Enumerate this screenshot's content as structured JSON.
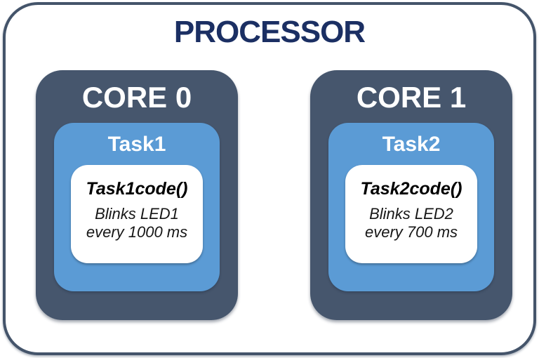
{
  "diagram": {
    "title": "PROCESSOR"
  },
  "cores": [
    {
      "label": "CORE 0",
      "task": {
        "label": "Task1",
        "code": {
          "function": "Task1code()",
          "desc_line1": "Blinks LED1",
          "desc_line2": "every 1000 ms"
        }
      }
    },
    {
      "label": "CORE 1",
      "task": {
        "label": "Task2",
        "code": {
          "function": "Task2code()",
          "desc_line1": "Blinks LED2",
          "desc_line2": "every 700 ms"
        }
      }
    }
  ],
  "colors": {
    "outline": "#44546A",
    "core_fill": "#46566D",
    "task_fill": "#5B9BD5",
    "code_fill": "#FFFFFF",
    "title_text": "#1B2F63",
    "core_text": "#FFFFFF",
    "task_text": "#FFFFFF",
    "code_function_text": "#000000",
    "code_desc_text": "#161616"
  }
}
